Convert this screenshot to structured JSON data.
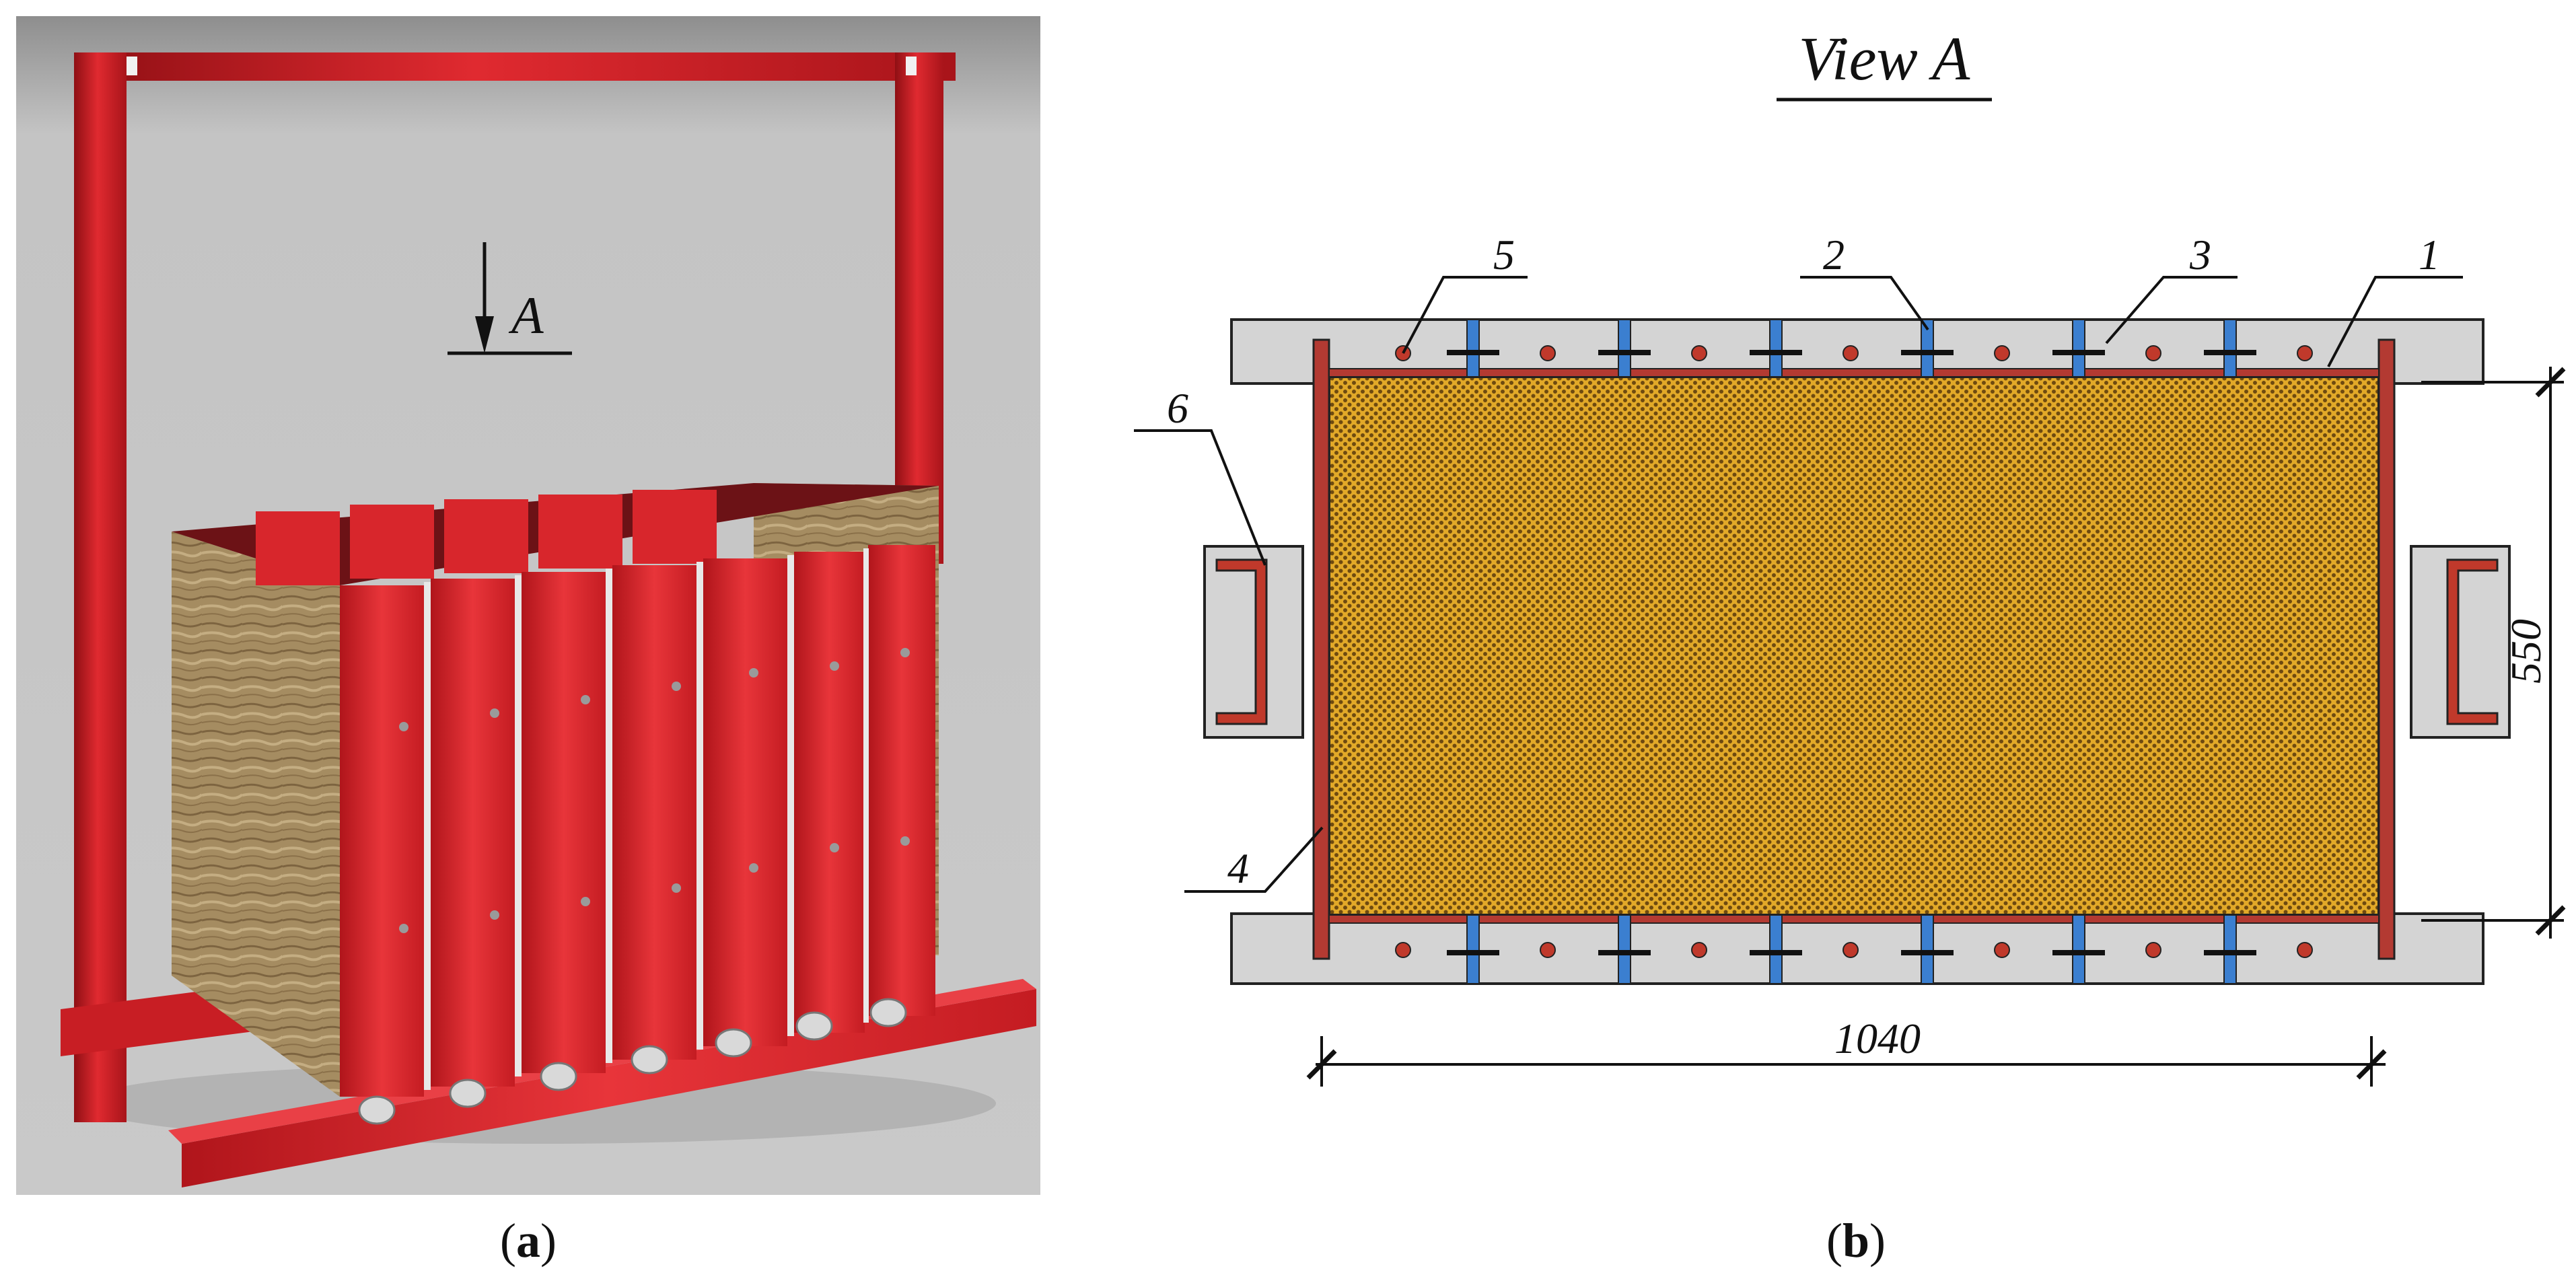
{
  "panel_a": {
    "caption_prefix": "(",
    "caption_letter": "a",
    "caption_suffix": ")",
    "view_marker_label": "A"
  },
  "panel_b": {
    "title": "View A",
    "callouts": [
      "1",
      "2",
      "3",
      "4",
      "5",
      "6"
    ],
    "dimension_width": "1040",
    "dimension_height": "550",
    "caption_prefix": "(",
    "caption_letter": "b",
    "caption_suffix": ")"
  },
  "colors": {
    "frame_red": "#d2232a",
    "wood": "#a88f63",
    "soil_fill": "#e2a928",
    "soil_dot": "#6e4a10",
    "spacer_blue": "#3b7fd0",
    "concrete_gray": "#d4d4d4",
    "plate_red": "#b33a32",
    "background_gray": "#c6c6c6"
  }
}
